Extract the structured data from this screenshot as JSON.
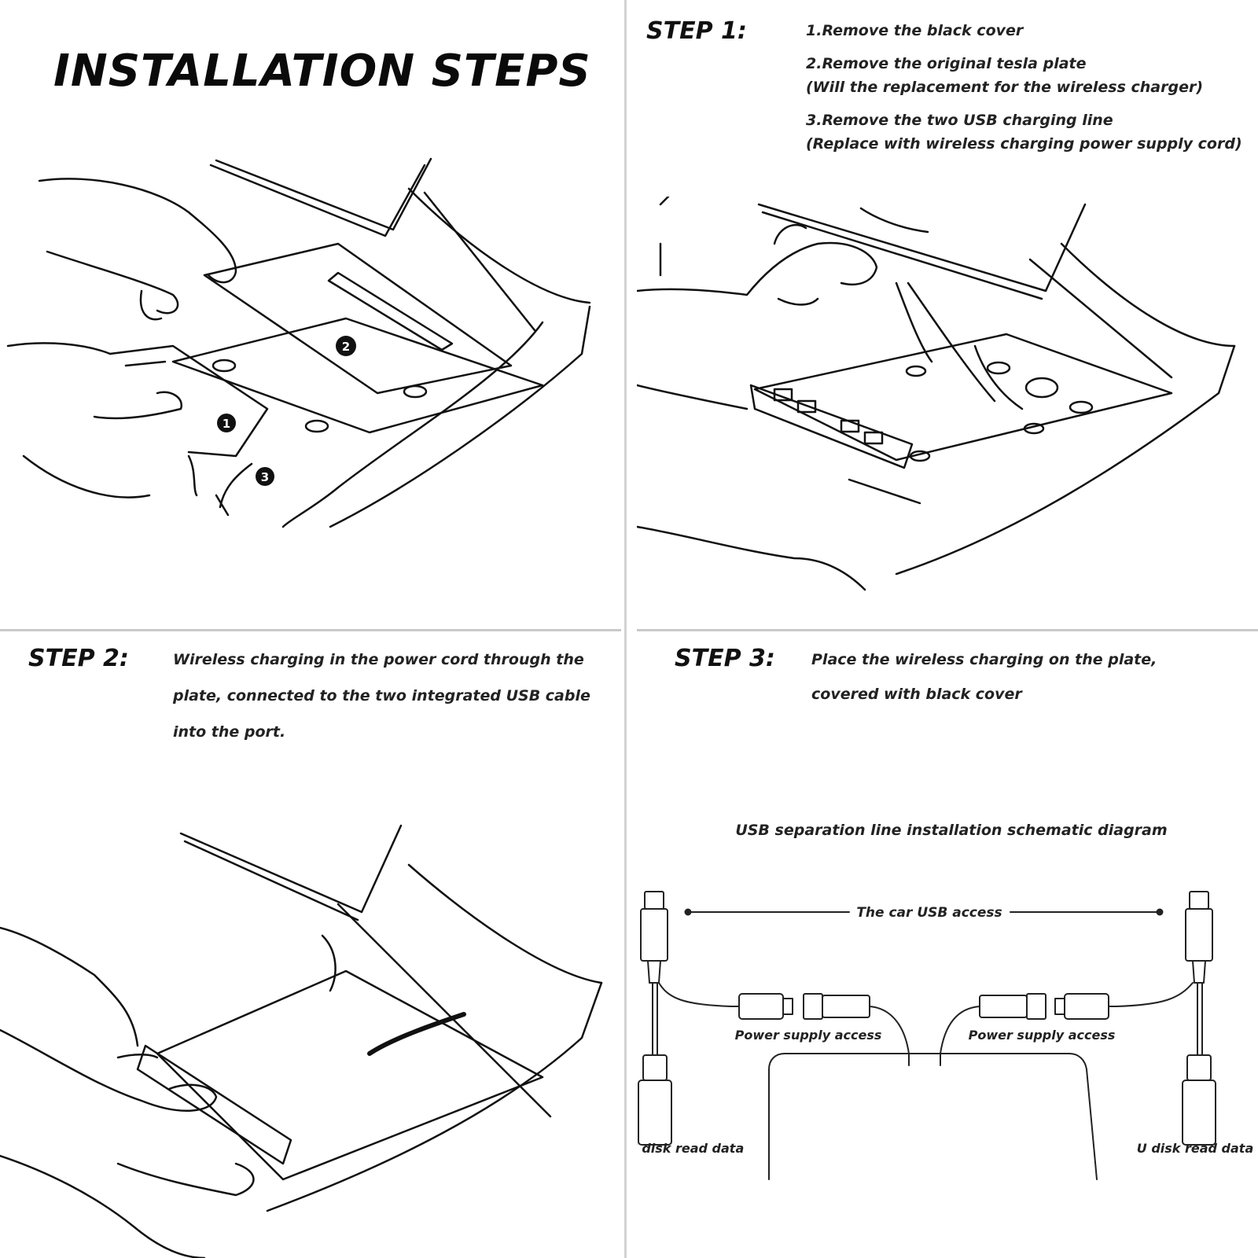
{
  "main_title": "INSTALLATION STEPS",
  "markers": [
    "1",
    "2",
    "3"
  ],
  "step1": {
    "title": "STEP 1:",
    "items": [
      "1.Remove the black cover",
      "2.Remove the original tesla plate",
      "(Will the replacement for the wireless charger)",
      "3.Remove the two USB charging line",
      "(Replace with wireless charging power supply cord)"
    ]
  },
  "step2": {
    "title": "STEP 2:",
    "lines": [
      "Wireless charging in the power cord through the",
      "plate, connected to the two integrated USB cable",
      "into the port."
    ]
  },
  "step3": {
    "title": "STEP 3:",
    "lines": [
      "Place the wireless charging on the plate,",
      "covered with black cover"
    ]
  },
  "schematic": {
    "title": "USB separation line installation schematic diagram",
    "car_usb_access": "The car USB access",
    "power_left": "Power supply access",
    "power_right": "Power supply access",
    "udisk_left": "U disk read data",
    "udisk_right": "U disk read data"
  }
}
